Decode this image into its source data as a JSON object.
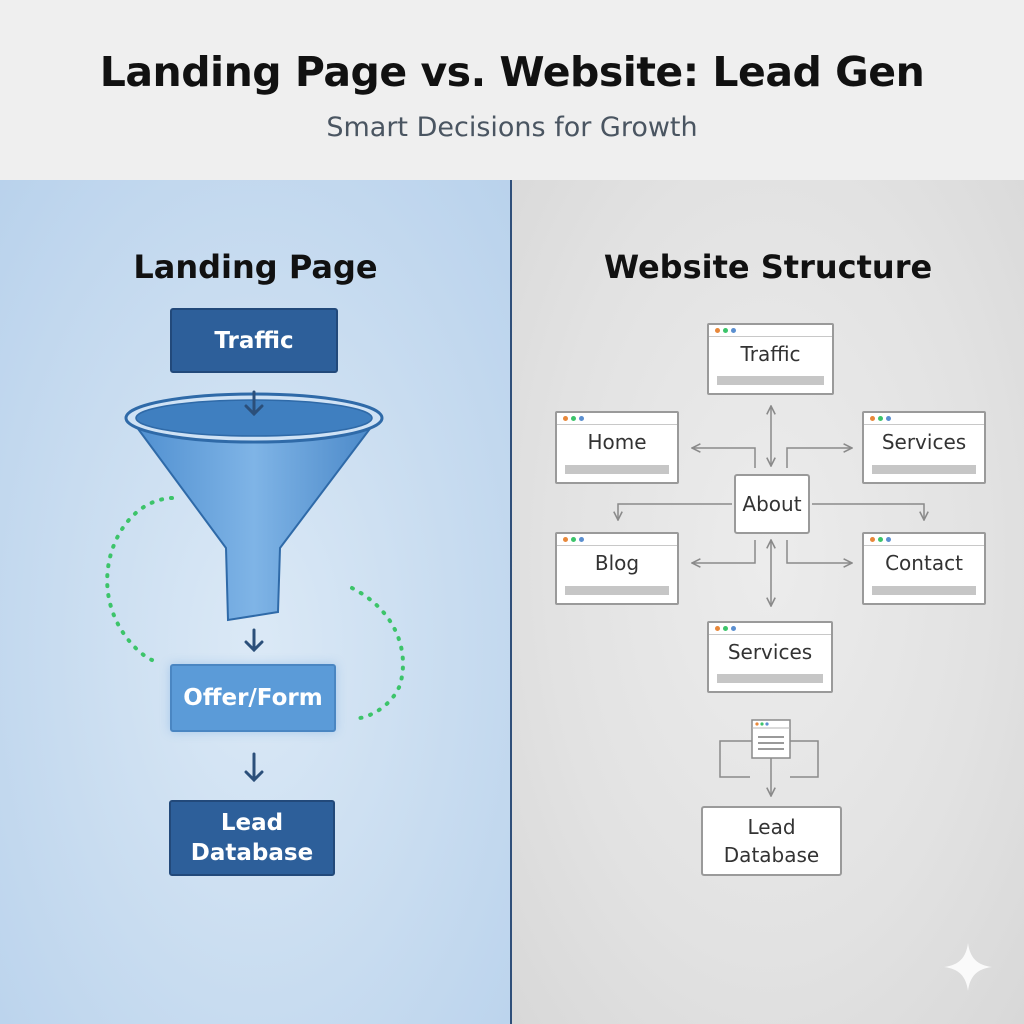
{
  "header": {
    "title": "Landing Page vs. Website: Lead Gen",
    "subtitle": "Smart Decisions for Growth"
  },
  "landing_page": {
    "title": "Landing Page",
    "steps": {
      "traffic": "Traffic",
      "offer": "Offer/Form",
      "lead_db": "Lead Database"
    }
  },
  "website": {
    "title": "Website Structure",
    "pages": {
      "traffic": "Traffic",
      "home": "Home",
      "services_right": "Services",
      "about": "About",
      "blog": "Blog",
      "contact": "Contact",
      "services_bottom": "Services"
    },
    "lead_db": "Lead Database"
  },
  "colors": {
    "landing_dark": "#2d5f9a",
    "landing_light": "#5b9bd8",
    "funnel": "#5b9bd8",
    "arrow": "#2b4f7a",
    "dot_green": "#3cc46a",
    "dot_orange": "#e8883a",
    "dot_blue": "#5b8fd0"
  }
}
